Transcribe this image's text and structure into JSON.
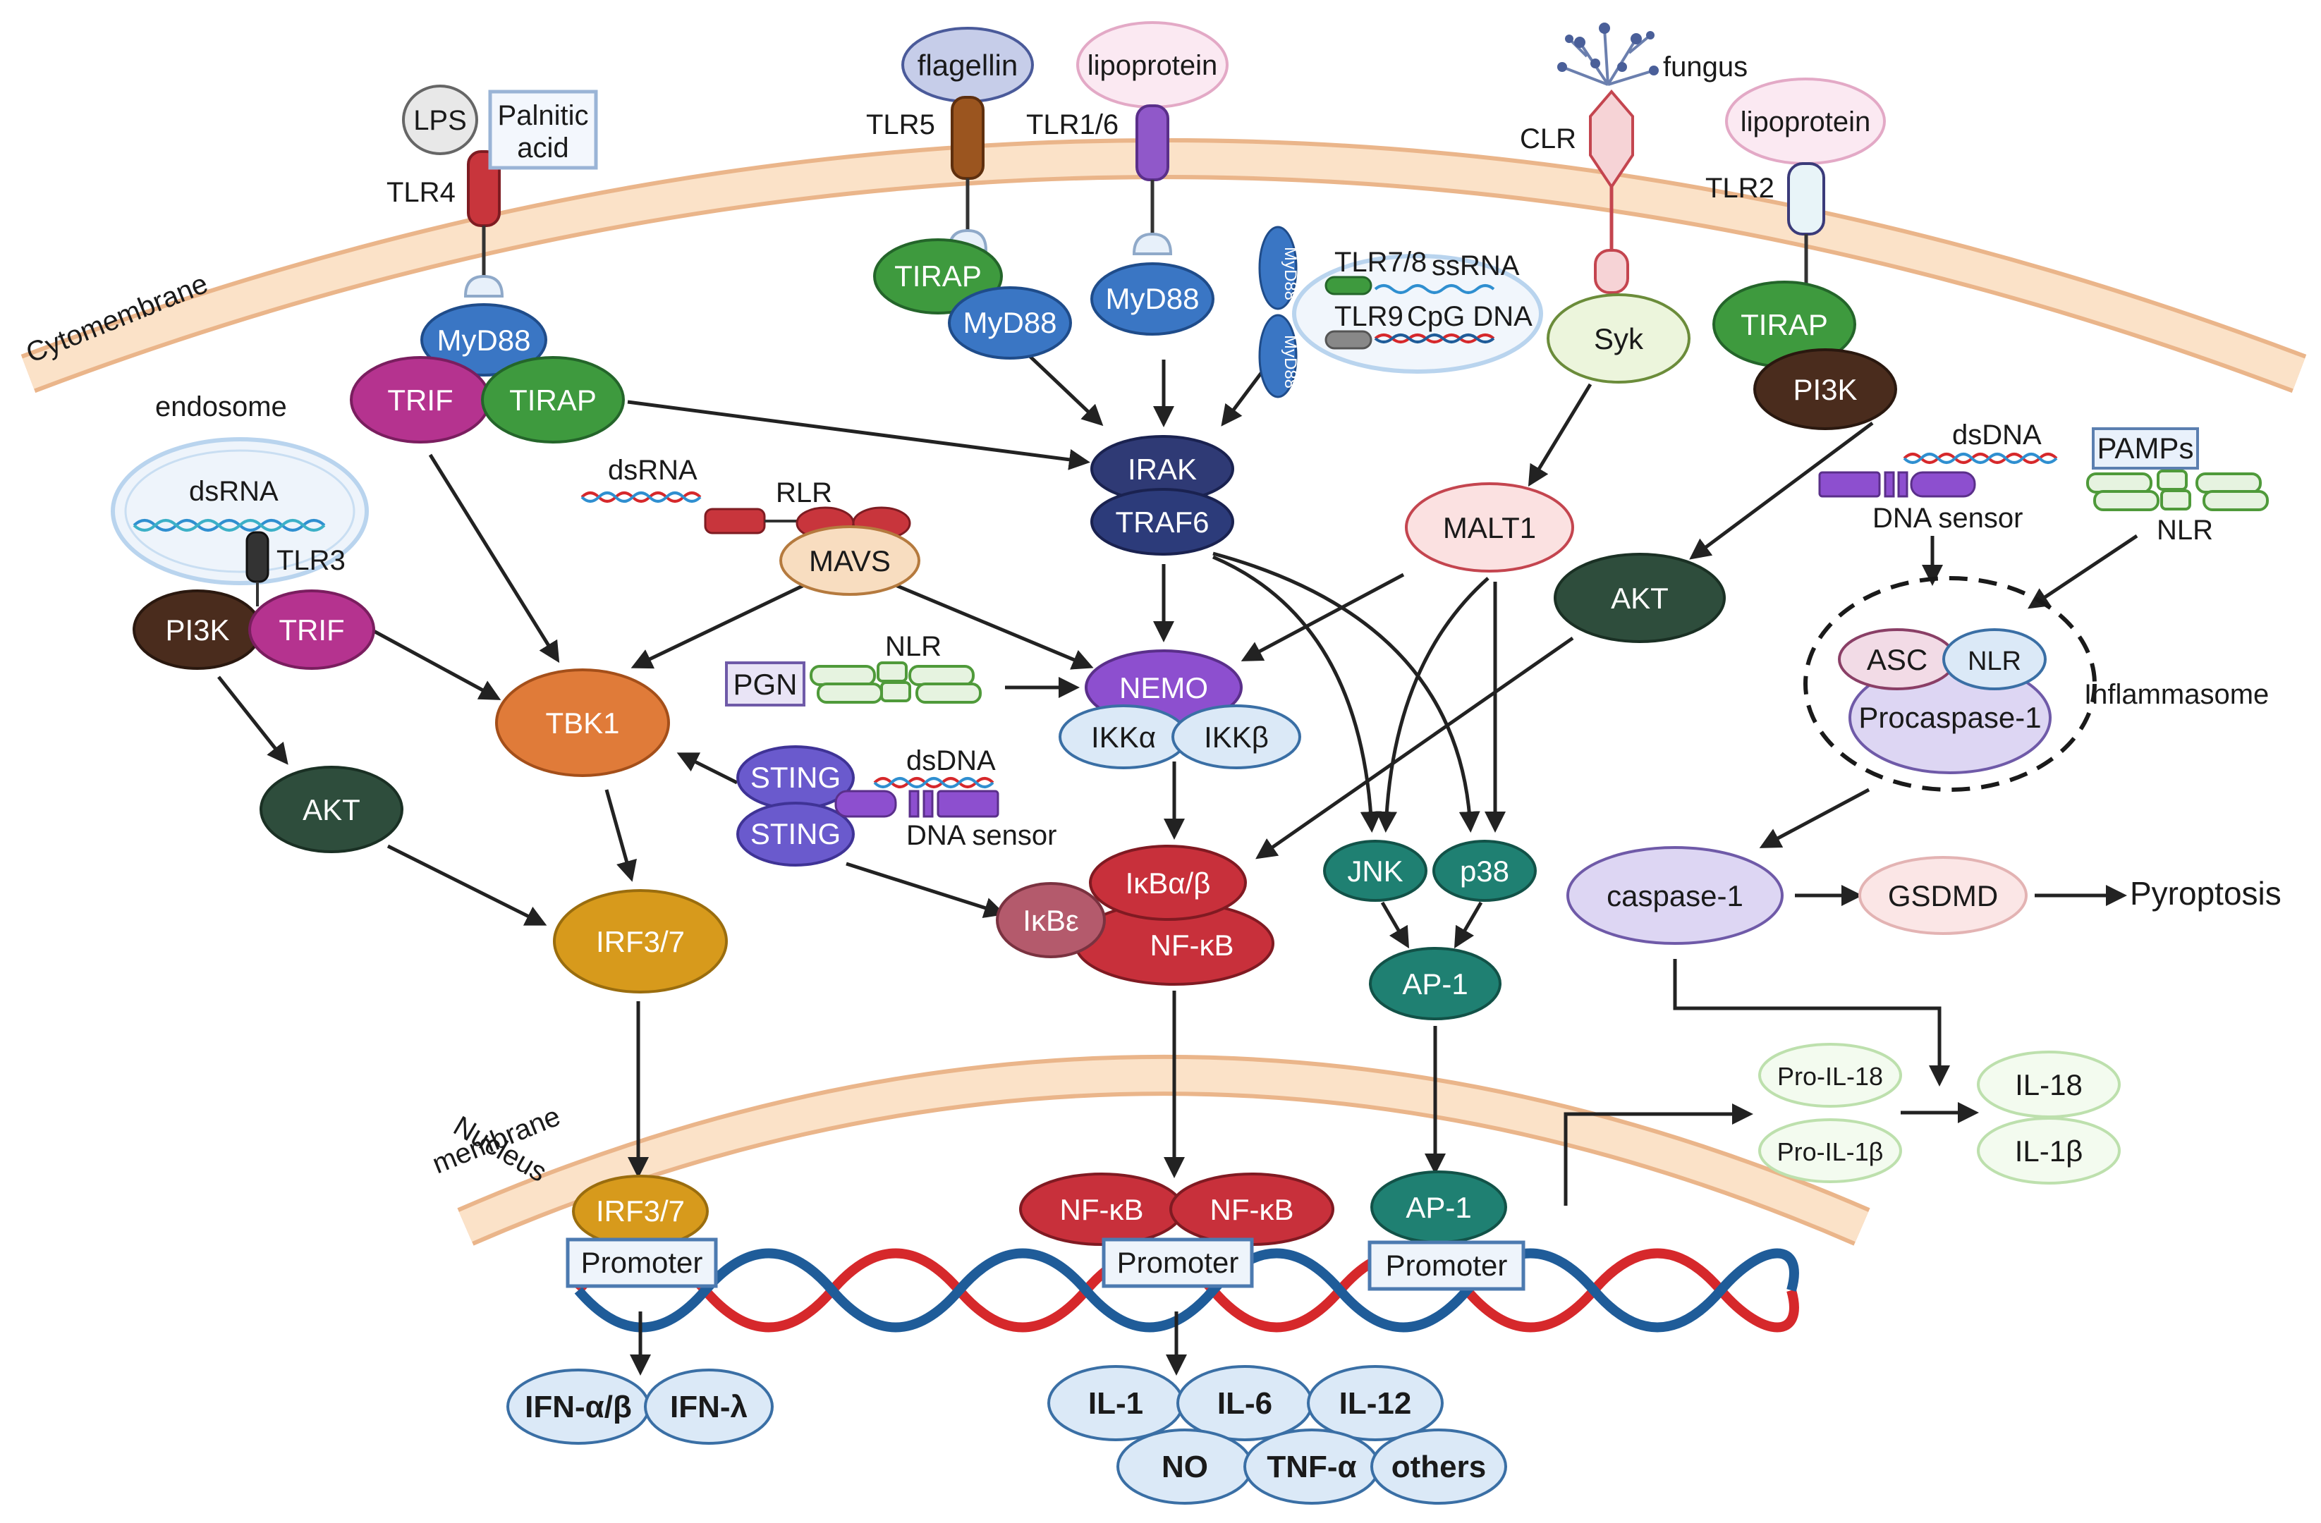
{
  "labels": {
    "cytomembrane": "Cytomembrane",
    "nucleus_membrane_1": "Nucleus",
    "nucleus_membrane_2": "membrane",
    "endosome": "endosome",
    "inflammasome": "Inflammasome",
    "pyroptosis": "Pyroptosis",
    "fungus": "fungus",
    "dna_sensor": "DNA sensor"
  },
  "ligands": {
    "lps": "LPS",
    "palnitic_acid_1": "Palnitic",
    "palnitic_acid_2": "acid",
    "flagellin": "flagellin",
    "lipoprotein_1": "lipoprotein",
    "lipoprotein_2": "lipoprotein",
    "ssrna": "ssRNA",
    "cpg_dna": "CpG DNA",
    "dsrna_endosome": "dsRNA",
    "dsrna_rlr": "dsRNA",
    "dsdna_sting": "dsDNA",
    "dsdna_right": "dsDNA",
    "pgn": "PGN",
    "pamps": "PAMPs"
  },
  "receptors": {
    "tlr4": "TLR4",
    "tlr5": "TLR5",
    "tlr16": "TLR1/6",
    "tlr78": "TLR7/8",
    "tlr9": "TLR9",
    "clr": "CLR",
    "tlr2": "TLR2",
    "tlr3": "TLR3",
    "rlr": "RLR",
    "nlr_pgn": "NLR",
    "nlr_right": "NLR",
    "myd88_small": "MyD88"
  },
  "nodes": {
    "myd88_tlr4": "MyD88",
    "trif_tlr4": "TRIF",
    "tirap_tlr4": "TIRAP",
    "tirap_tlr5": "TIRAP",
    "myd88_tlr5": "MyD88",
    "myd88_tlr16": "MyD88",
    "syk": "Syk",
    "tirap_tlr2": "TIRAP",
    "pi3k_tlr2": "PI3K",
    "pi3k_endo": "PI3K",
    "trif_endo": "TRIF",
    "irak": "IRAK",
    "traf6": "TRAF6",
    "mavs": "MAVS",
    "malt1": "MALT1",
    "akt_right": "AKT",
    "tbk1": "TBK1",
    "nemo": "NEMO",
    "ikka": "IKKα",
    "ikkb": "IKKβ",
    "sting_1": "STING",
    "sting_2": "STING",
    "akt_left": "AKT",
    "irf37": "IRF3/7",
    "ikbab": "IκBα/β",
    "ikbe": "IκBε",
    "nfkb": "NF-κB",
    "jnk": "JNK",
    "p38": "p38",
    "ap1": "AP-1",
    "asc": "ASC",
    "nlr_infl": "NLR",
    "procaspase1": "Procaspase-1",
    "caspase1": "caspase-1",
    "gsdmd": "GSDMD",
    "pro_il18": "Pro-IL-18",
    "pro_il1b": "Pro-IL-1β",
    "il18": "IL-18",
    "il1b": "IL-1β",
    "irf37_nuc": "IRF3/7",
    "nfkb_nuc_1": "NF-κB",
    "nfkb_nuc_2": "NF-κB",
    "ap1_nuc": "AP-1",
    "promoter_1": "Promoter",
    "promoter_2": "Promoter",
    "promoter_3": "Promoter"
  },
  "outputs": {
    "ifn_ab": "IFN-α/β",
    "ifn_l": "IFN-λ",
    "il1": "IL-1",
    "il6": "IL-6",
    "il12": "IL-12",
    "no": "NO",
    "tnfa": "TNF-α",
    "others": "others"
  },
  "colors": {
    "membrane_fill": "#f9dcbf",
    "membrane_line": "#e9b68c",
    "blue_protein": "#3a76c4",
    "magenta": "#b5338f",
    "green": "#3e9a3e",
    "brown_dark": "#4a2c1d",
    "navy": "#2c3b7a",
    "orange": "#e07b39",
    "dark_green": "#2e4d3c",
    "gold": "#d79a1c",
    "teal": "#1f8072",
    "crimson": "#c8303b",
    "rose": "#b45a6c",
    "purple": "#8d4fcf",
    "violet": "#6a5acd",
    "light_blue": "#dbe9f7",
    "lavender": "#ddd6f3",
    "pale_green": "#e6f3e0",
    "dna_red": "#d6282b",
    "dna_blue": "#1f5c99"
  }
}
